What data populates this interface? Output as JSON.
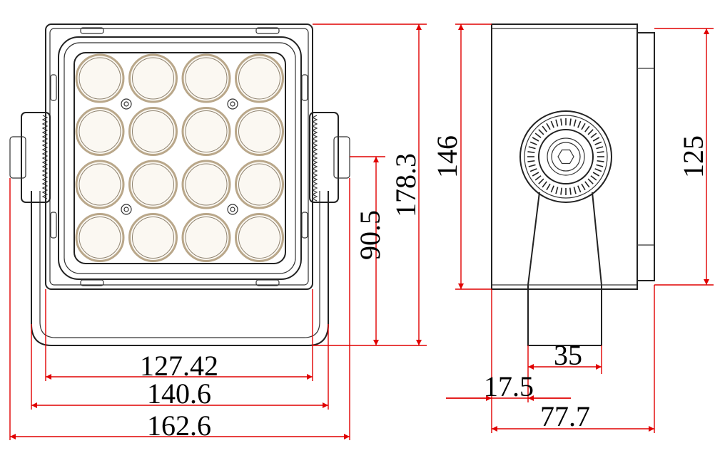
{
  "front_view": {
    "dimensions": {
      "width_inner": "127.42",
      "width_housing": "140.6",
      "width_overall": "162.6",
      "height_overall": "178.3",
      "height_pivot": "90.5"
    },
    "led_lens_count": 16
  },
  "side_view": {
    "dimensions": {
      "height_housing": "146",
      "height_front": "125",
      "bracket_width": "35",
      "bracket_offset": "17.5",
      "depth_overall": "77.7"
    }
  },
  "colors": {
    "dimension_line": "#e00000",
    "outline": "#222222",
    "lens_rim": "#b9a78a"
  }
}
